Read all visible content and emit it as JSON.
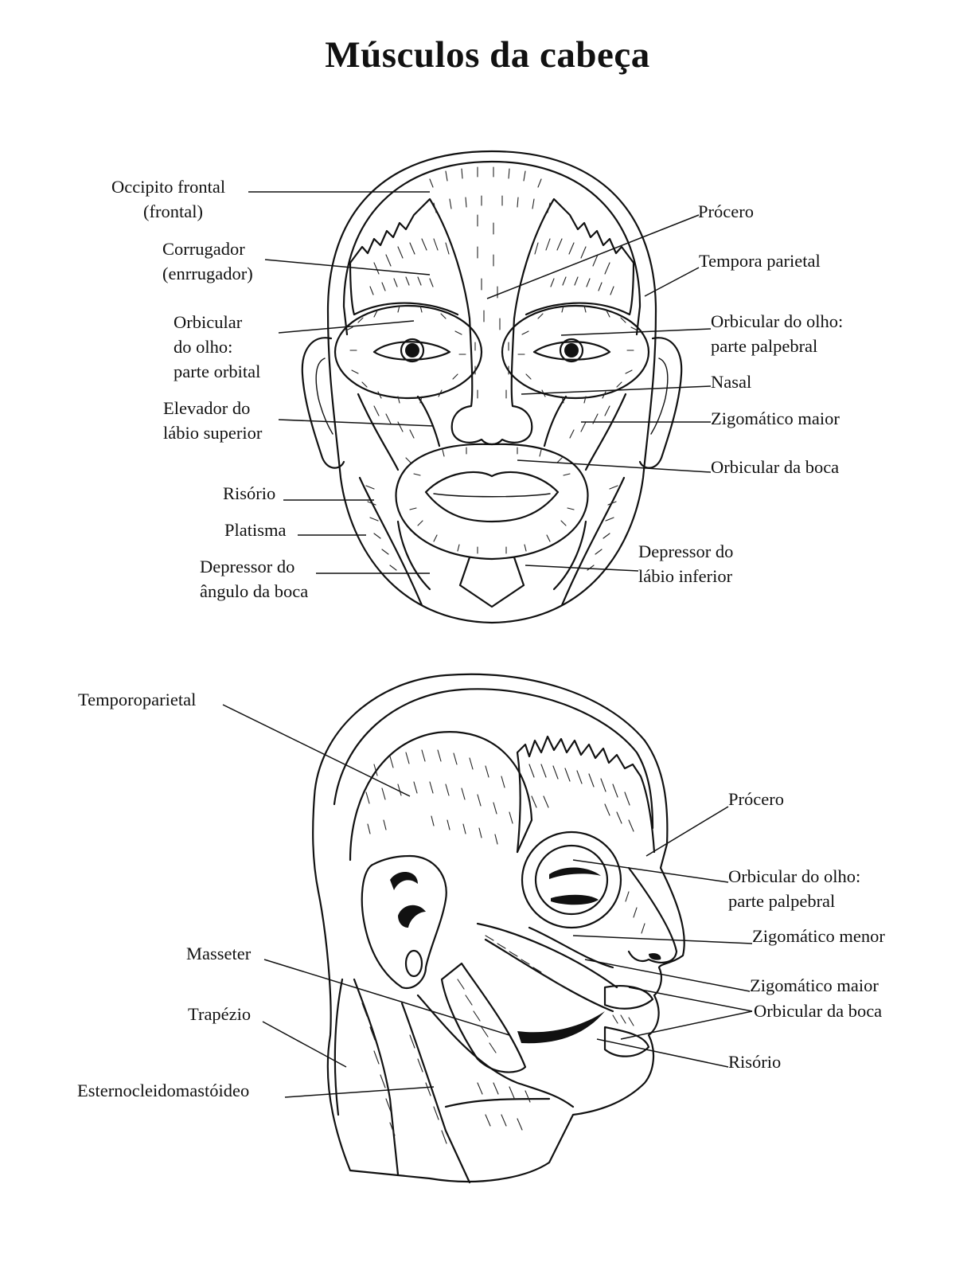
{
  "title": "Músculos da cabeça",
  "front_view": {
    "labels_left": [
      {
        "lines": [
          "Occipito frontal",
          "(frontal)"
        ]
      },
      {
        "lines": [
          "Corrugador",
          "(enrrugador)"
        ]
      },
      {
        "lines": [
          "Orbicular",
          "do olho:",
          "parte orbital"
        ]
      },
      {
        "lines": [
          "Elevador do",
          "lábio superior"
        ]
      },
      {
        "lines": [
          "Risório"
        ]
      },
      {
        "lines": [
          "Platisma"
        ]
      },
      {
        "lines": [
          "Depressor do",
          "ângulo da boca"
        ]
      }
    ],
    "labels_right": [
      {
        "lines": [
          "Prócero"
        ]
      },
      {
        "lines": [
          "Tempora parietal"
        ]
      },
      {
        "lines": [
          "Orbicular do olho:",
          "parte palpebral"
        ]
      },
      {
        "lines": [
          "Nasal"
        ]
      },
      {
        "lines": [
          "Zigomático maior"
        ]
      },
      {
        "lines": [
          "Orbicular da boca"
        ]
      },
      {
        "lines": [
          "Depressor do",
          "lábio inferior"
        ]
      }
    ]
  },
  "side_view": {
    "labels_left": [
      {
        "lines": [
          "Temporoparietal"
        ]
      },
      {
        "lines": [
          "Masseter"
        ]
      },
      {
        "lines": [
          "Trapézio"
        ]
      },
      {
        "lines": [
          "Esternocleidomastóideo"
        ]
      }
    ],
    "labels_right": [
      {
        "lines": [
          "Prócero"
        ]
      },
      {
        "lines": [
          "Orbicular do olho:",
          "parte palpebral"
        ]
      },
      {
        "lines": [
          "Zigomático menor"
        ]
      },
      {
        "lines": [
          "Zigomático maior"
        ]
      },
      {
        "lines": [
          "Orbicular da boca"
        ]
      },
      {
        "lines": [
          "Risório"
        ]
      }
    ]
  }
}
